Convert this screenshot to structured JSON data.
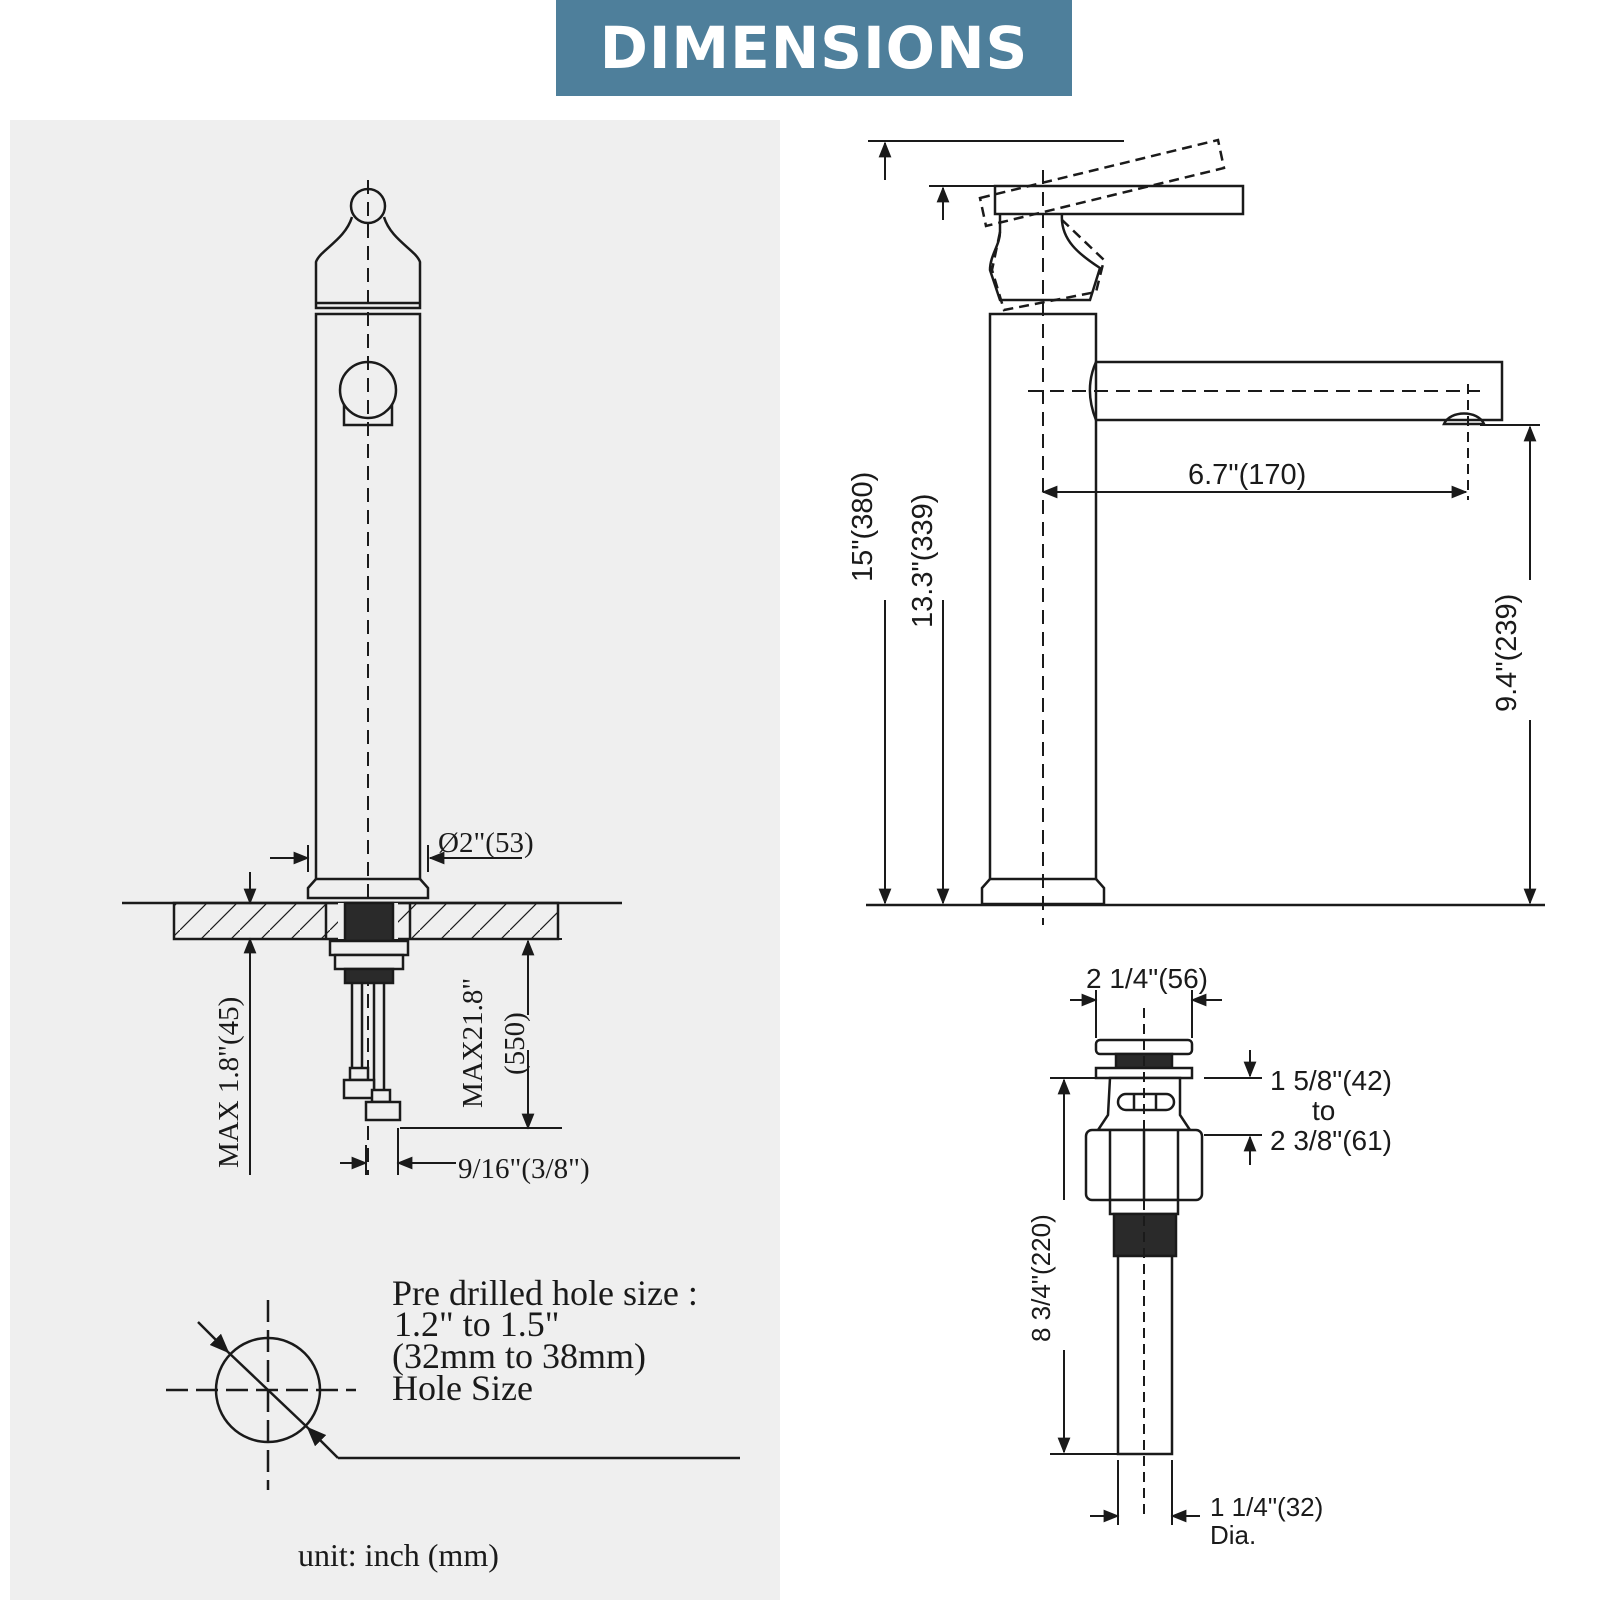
{
  "title": "DIMENSIONS",
  "colors": {
    "banner": "#4e7f9b",
    "panel": "#efefef",
    "line": "#1a1a1a"
  },
  "side_view": {
    "diameter": "Ø2\"(53)",
    "max_deck": "MAX 1.8\"(45)",
    "max_hose_1": "MAX21.8\"",
    "max_hose_2": "(550)",
    "connector": "9/16\"(3/8\")"
  },
  "hole": {
    "line1": "Pre drilled hole size :",
    "line2": "1.2\" to 1.5\"",
    "line3": "(32mm to 38mm)",
    "line4": "Hole Size"
  },
  "unit": "unit:  inch (mm)",
  "front_view": {
    "total_height": "15\"(380)",
    "body_height": "13.3\"(339)",
    "spout_reach": "6.7\"(170)",
    "spout_height": "9.4\"(239)"
  },
  "drain": {
    "cap_width": "2 1/4\"(56)",
    "range_1": "1  5/8\"(42)",
    "range_to": "to",
    "range_2": "2 3/8\"(61)",
    "length": "8 3/4\"(220)",
    "dia_1": "1 1/4\"(32)",
    "dia_2": "Dia."
  }
}
